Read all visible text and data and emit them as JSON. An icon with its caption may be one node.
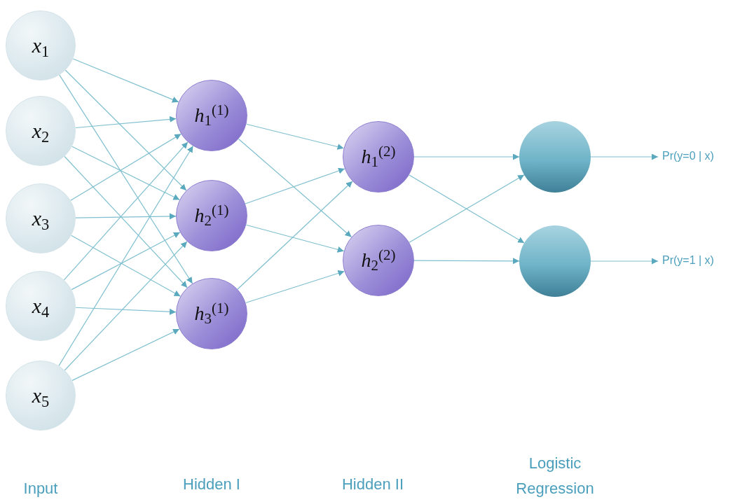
{
  "diagram": {
    "nodes": [
      {
        "text": [
          "*x*$_{1}$"
        ]
      },
      {
        "text": [
          "*x*$_{2}$"
        ]
      },
      {
        "text": [
          "*x*$_{3}$"
        ]
      },
      {
        "text": [
          "*x*$_{4}$"
        ]
      },
      {
        "text": [
          "*x*$_{5}$"
        ]
      },
      {
        "text": [
          "*h*$_{1}$$^{(1)}$"
        ]
      },
      {
        "text": [
          "*h*$_{2}$$^{(1)}$"
        ]
      },
      {
        "text": [
          "*h*$_{3}$$^{(1)}$"
        ]
      },
      {
        "text": [
          "*h*$_{1}$$^{(2)}$"
        ]
      },
      {
        "text": [
          "*h*$_{2}$$^{(2)}$"
        ]
      },
      {
        "text": [],
        "shape": "circle"
      },
      {
        "text": [],
        "shape": "circle"
      },
      {
        "text": [
          "Pr(y=0 | x)"
        ]
      },
      {
        "text": [
          "Pr(y=1 | x)"
        ]
      }
    ],
    "edges": [
      {
        "from": 0,
        "to": 5,
        "arrow": "to"
      },
      {
        "from": 0,
        "to": 6,
        "arrow": "to"
      },
      {
        "from": 0,
        "to": 7,
        "arrow": "to"
      },
      {
        "from": 1,
        "to": 5,
        "arrow": "to"
      },
      {
        "from": 1,
        "to": 6,
        "arrow": "to"
      },
      {
        "from": 1,
        "to": 7,
        "arrow": "to"
      },
      {
        "from": 2,
        "to": 5,
        "arrow": "to"
      },
      {
        "from": 2,
        "to": 6,
        "arrow": "to"
      },
      {
        "from": 2,
        "to": 7,
        "arrow": "to"
      },
      {
        "from": 3,
        "to": 5,
        "arrow": "to"
      },
      {
        "from": 3,
        "to": 6,
        "arrow": "to"
      },
      {
        "from": 3,
        "to": 7,
        "arrow": "to"
      },
      {
        "from": 4,
        "to": 5,
        "arrow": "to"
      },
      {
        "from": 4,
        "to": 6,
        "arrow": "to"
      },
      {
        "from": 4,
        "to": 7,
        "arrow": "to"
      },
      {
        "from": 5,
        "to": 8,
        "arrow": "to"
      },
      {
        "from": 5,
        "to": 9,
        "arrow": "to"
      },
      {
        "from": 6,
        "to": 8,
        "arrow": "to"
      },
      {
        "from": 6,
        "to": 9,
        "arrow": "to"
      },
      {
        "from": 7,
        "to": 8,
        "arrow": "to"
      },
      {
        "from": 7,
        "to": 9,
        "arrow": "to"
      },
      {
        "from": 8,
        "to": 10,
        "arrow": "to"
      },
      {
        "from": 8,
        "to": 11,
        "arrow": "to"
      },
      {
        "from": 9,
        "to": 10,
        "arrow": "to"
      },
      {
        "from": 9,
        "to": 11,
        "arrow": "to"
      },
      {
        "from": 10,
        "to": 12,
        "arrow": "to"
      },
      {
        "from": 11,
        "to": 13,
        "arrow": "to"
      }
    ],
    "labels": [
      "Input",
      "Hidden I",
      "Hidden II",
      "Logistic Regression"
    ]
  }
}
